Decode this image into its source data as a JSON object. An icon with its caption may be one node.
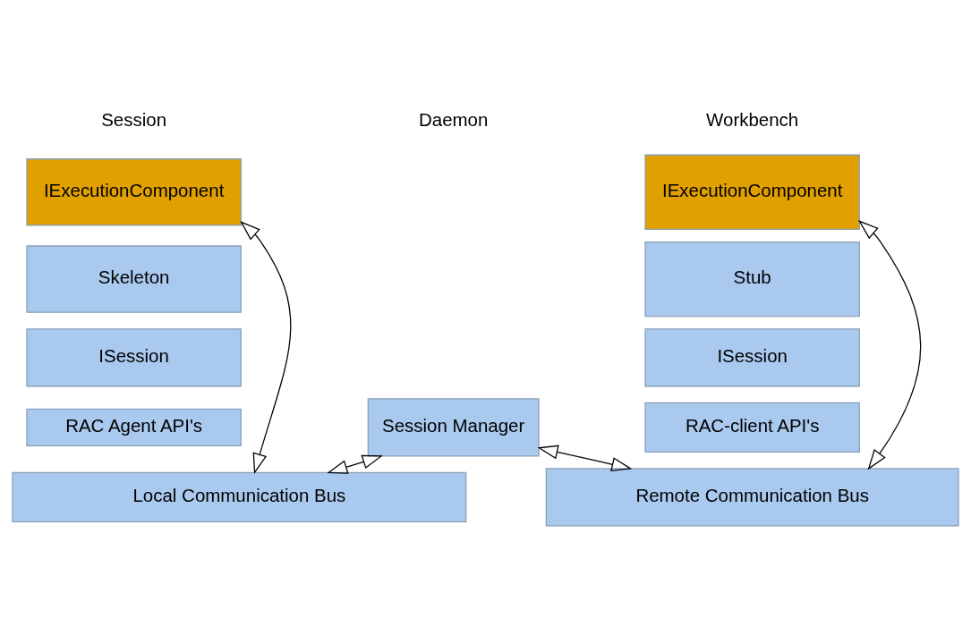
{
  "diagram": {
    "nodes": [
      {
        "text": [
          "IExecutionComponent"
        ]
      },
      {
        "text": [
          "Stub"
        ]
      },
      {
        "text": [
          "ISession"
        ]
      },
      {
        "text": [
          "RAC-client API's"
        ]
      },
      {
        "text": [
          "Remote Communication Bus"
        ]
      },
      {
        "text": [
          "Session Manager"
        ]
      },
      {
        "text": [
          "IExecutionComponent"
        ]
      },
      {
        "text": [
          "Skeleton"
        ]
      },
      {
        "text": [
          "ISession"
        ]
      },
      {
        "text": [
          "RAC Agent API's"
        ]
      },
      {
        "text": [
          "Local Communication Bus"
        ]
      }
    ],
    "edges": [
      {
        "from": 0,
        "to": 4,
        "arrow": "both"
      },
      {
        "from": 5,
        "to": 4,
        "arrow": "both"
      },
      {
        "from": 5,
        "to": 10,
        "arrow": "both"
      },
      {
        "from": 6,
        "to": 10,
        "arrow": "both"
      }
    ],
    "labels": [
      "Workbench",
      "Daemon",
      "Session"
    ]
  }
}
